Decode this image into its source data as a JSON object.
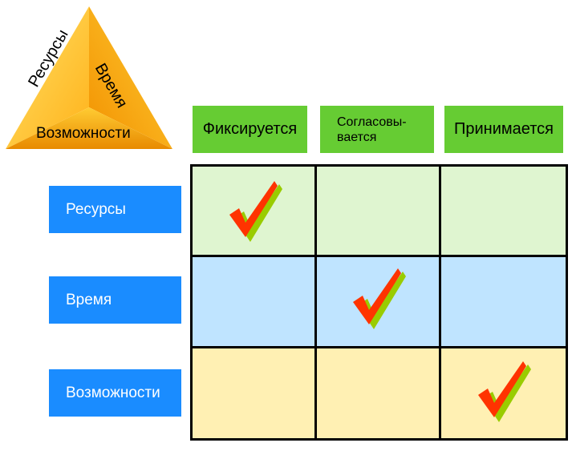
{
  "triangle": {
    "left_label": "Ресурсы",
    "right_label": "Время",
    "bottom_label": "Возможности",
    "colors": {
      "light": "#ffd24d",
      "mid": "#ffae1a",
      "dark": "#f08c00"
    }
  },
  "columns": [
    {
      "label": "Фиксируется"
    },
    {
      "label": "Согласовы-\nвается"
    },
    {
      "label": "Принимается"
    }
  ],
  "rows": [
    {
      "label": "Ресурсы",
      "color": "#dff5d0",
      "checked_column": 0
    },
    {
      "label": "Время",
      "color": "#bfe4ff",
      "checked_column": 1
    },
    {
      "label": "Возможности",
      "color": "#fff0b3",
      "checked_column": 2
    }
  ],
  "colors": {
    "column_header": "#66cc33",
    "row_header": "#1a8cff",
    "check_front": "#ff3300",
    "check_shadow": "#99cc00"
  },
  "icons": {
    "check": "checkmark-icon"
  }
}
